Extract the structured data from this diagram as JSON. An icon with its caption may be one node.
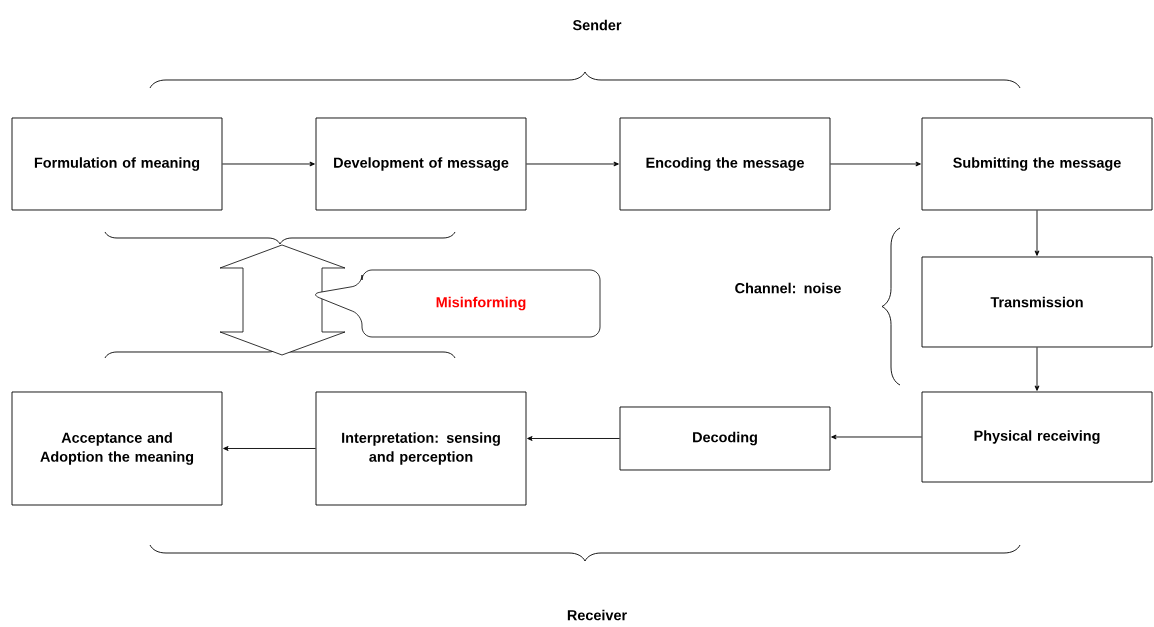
{
  "diagram": {
    "nodes": [
      {
        "text": [
          "Formulation of meaning"
        ]
      },
      {
        "text": [
          "Development of message"
        ]
      },
      {
        "text": [
          "Encoding the message"
        ]
      },
      {
        "text": [
          "Submitting the message"
        ]
      },
      {
        "text": [
          "Transmission"
        ]
      },
      {
        "text": [
          "Physical receiving"
        ]
      },
      {
        "text": [
          "Decoding"
        ]
      },
      {
        "text": [
          "Interpretation: sensing and perception"
        ]
      },
      {
        "text": [
          "Acceptance and Adoption the meaning"
        ]
      },
      {
        "text": [
          "Misinforming"
        ]
      }
    ],
    "edges": [
      {
        "from": 0,
        "to": 1,
        "arrow": "to"
      },
      {
        "from": 1,
        "to": 2,
        "arrow": "to"
      },
      {
        "from": 2,
        "to": 3,
        "arrow": "to"
      },
      {
        "from": 3,
        "to": 4,
        "arrow": "to"
      },
      {
        "from": 4,
        "to": 5,
        "arrow": "to"
      },
      {
        "from": 5,
        "to": 6,
        "arrow": "to"
      },
      {
        "from": 6,
        "to": 7,
        "arrow": "to"
      },
      {
        "from": 7,
        "to": 8,
        "arrow": "to"
      }
    ],
    "labels": [
      "Sender",
      "Channel: noise",
      "Receiver"
    ]
  }
}
